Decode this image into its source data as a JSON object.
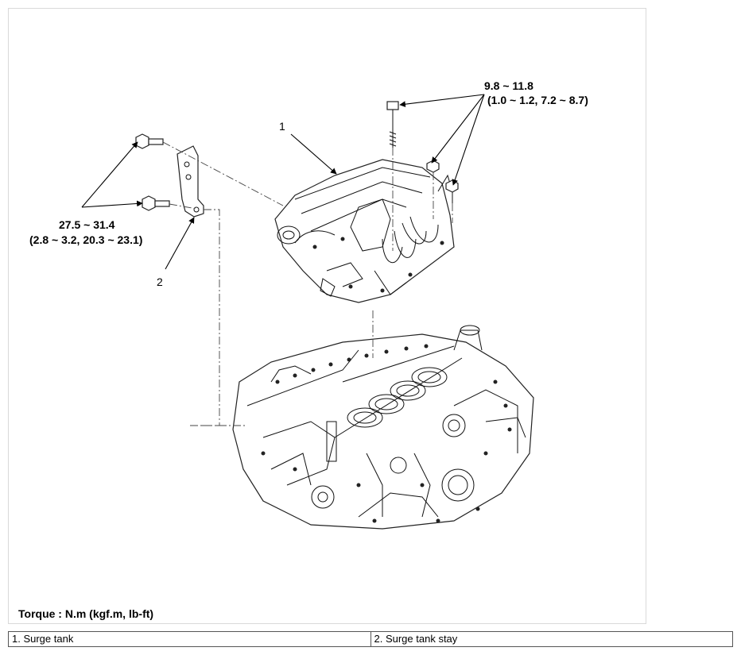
{
  "torque_callouts": {
    "top_right": {
      "line1": "9.8 ~ 11.8",
      "line2": "(1.0 ~ 1.2, 7.2 ~ 8.7)"
    },
    "left": {
      "line1": "27.5 ~ 31.4",
      "line2": "(2.8 ~ 3.2, 20.3 ~ 23.1)"
    }
  },
  "callout_numbers": {
    "surge_tank": "1",
    "surge_tank_stay": "2"
  },
  "torque_note": "Torque : N.m (kgf.m, lb-ft)",
  "legend": [
    {
      "label": "1. Surge tank"
    },
    {
      "label": "2. Surge tank stay"
    }
  ]
}
